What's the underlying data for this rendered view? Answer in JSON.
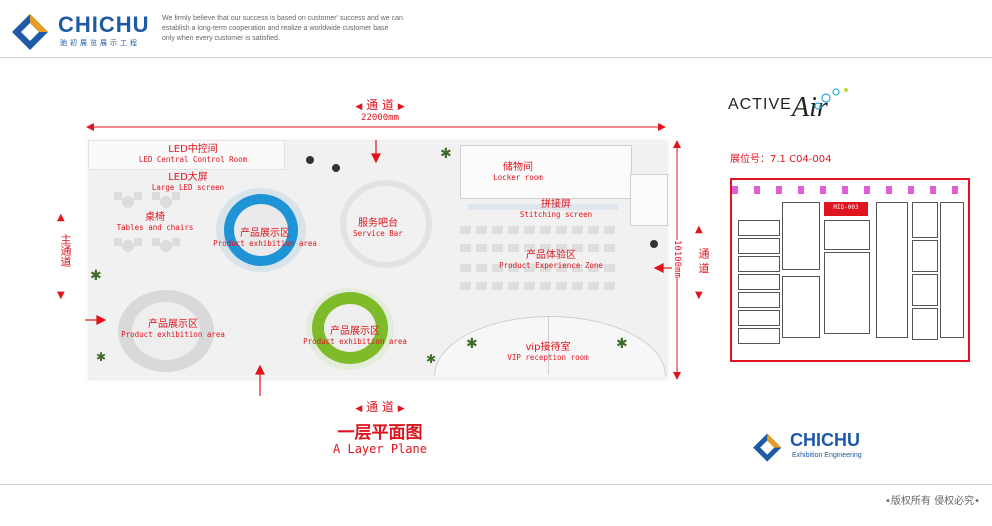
{
  "brand": {
    "name": "CHICHU",
    "cn_sub": "驰初展览展示工程",
    "tagline_1": "We firmly believe that our success is based on customer' success and we can",
    "tagline_2": "establish a long-term cooperation and realize a worldwide customer base",
    "tagline_3": "only when every customer is satisfied.",
    "footer_sub": "Exhibition Engineering",
    "copyright": "•版权所有  侵权必究•"
  },
  "colors": {
    "accent_red": "#e0141e",
    "logo_blue": "#1f5aa5",
    "logo_orange": "#f0a21a"
  },
  "plan": {
    "top_aisle": "通 道",
    "width_dim": "22000mm",
    "bottom_aisle": "通 道",
    "height_dim": "10100mm",
    "right_aisle": "通 道",
    "left_aisle": "主通道",
    "title_cn": "一层平面图",
    "title_en": "A Layer Plane",
    "zones": [
      {
        "cn": "LED中控间",
        "en": "LED Central Control Room"
      },
      {
        "cn": "LED大屏",
        "en": "Large LED screen"
      },
      {
        "cn": "桌椅",
        "en": "Tables and chairs"
      },
      {
        "cn": "产品展示区",
        "en": "Product exhibition area"
      },
      {
        "cn": "服务吧台",
        "en": "Service Bar"
      },
      {
        "cn": "储物间",
        "en": "Locker room"
      },
      {
        "cn": "拼接屏",
        "en": "Stitching screen"
      },
      {
        "cn": "产品体验区",
        "en": "Product Experience Zone"
      },
      {
        "cn": "产品展示区",
        "en": "Product exhibition area"
      },
      {
        "cn": "产品展示区",
        "en": "Product exhibition area"
      },
      {
        "cn": "vip接待室",
        "en": "VIP reception room"
      }
    ]
  },
  "client": {
    "logo_text": "ACTIVE",
    "logo_script": "Air",
    "booth": "展位号：7.1 C04-004",
    "highlight_booth": "MID-003"
  }
}
